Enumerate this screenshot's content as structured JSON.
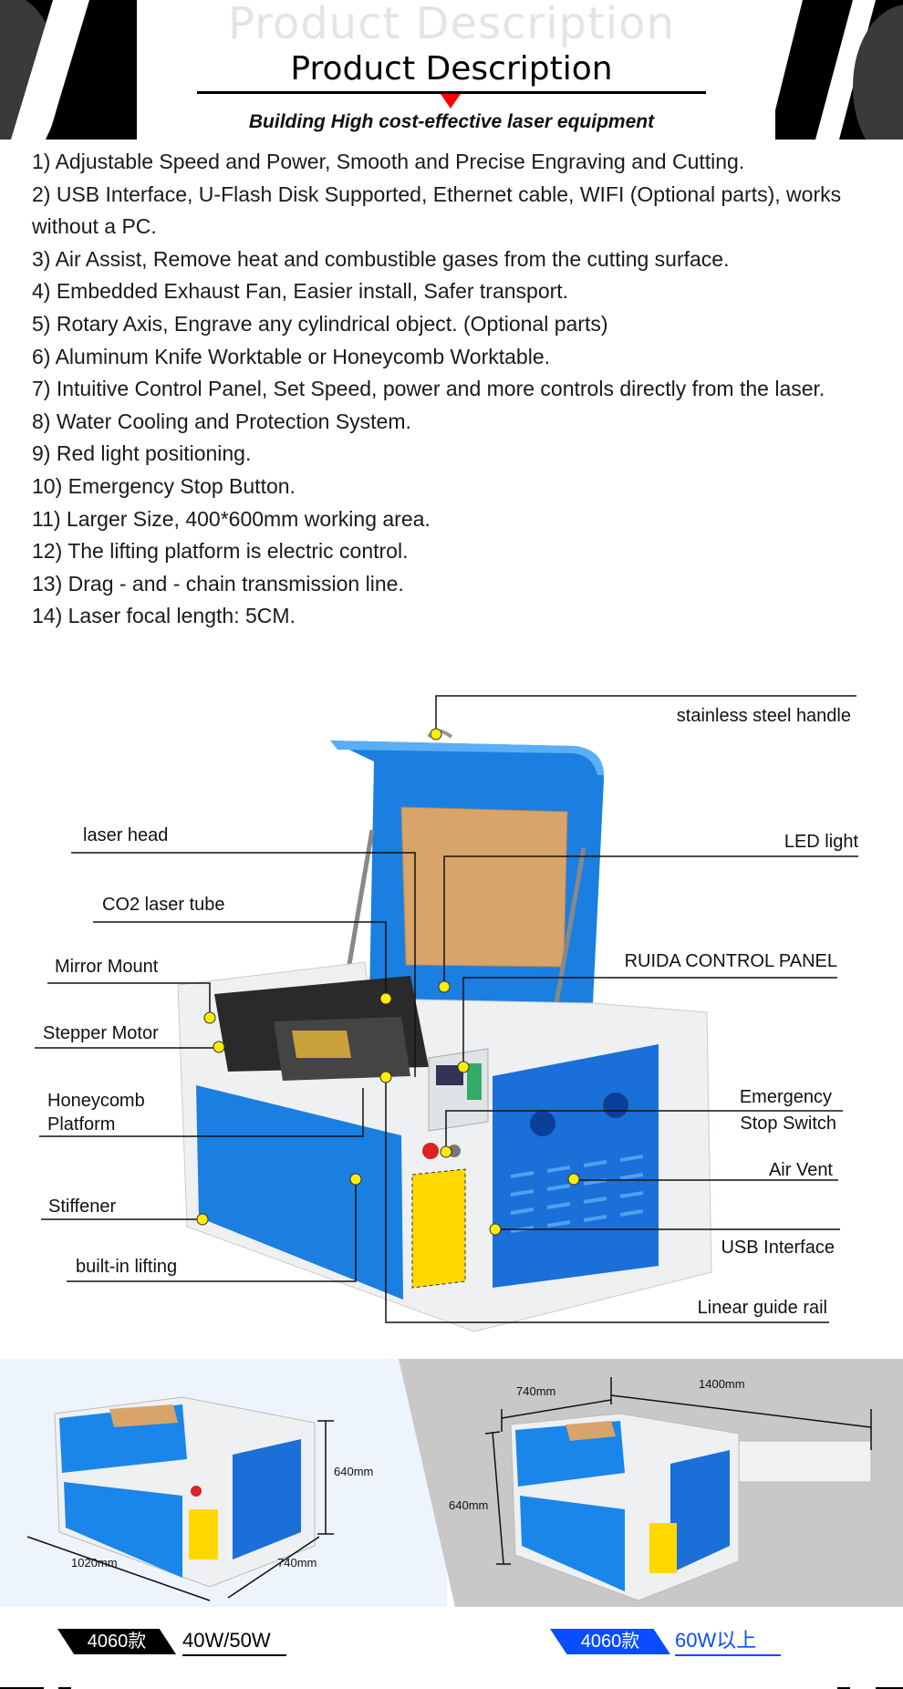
{
  "header": {
    "ghost_text": "Product Description",
    "title": "Product Description",
    "subtitle": "Building High cost-effective laser equipment"
  },
  "features": [
    "1) Adjustable Speed and Power, Smooth and Precise Engraving and Cutting.",
    "2) USB Interface, U-Flash Disk Supported, Ethernet cable, WIFI (Optional parts), works without a PC.",
    "3) Air Assist, Remove heat and combustible gases from the cutting surface.",
    "4) Embedded Exhaust Fan, Easier install, Safer transport.",
    "5) Rotary Axis, Engrave any cylindrical object. (Optional parts)",
    "6) Aluminum Knife Worktable or Honeycomb Worktable.",
    "7) Intuitive Control Panel, Set Speed, power and more controls directly from the laser.",
    "8) Water Cooling and Protection System.",
    "9) Red light positioning.",
    "10) Emergency Stop Button.",
    "11) Larger Size, 400*600mm working area.",
    "12) The lifting platform is electric control.",
    "13) Drag - and - chain transmission line.",
    "14) Laser focal length: 5CM."
  ],
  "diagram": {
    "labels": {
      "handle": "stainless steel handle",
      "laser_head": "laser head",
      "led_light": "LED light",
      "co2_tube": "CO2 laser tube",
      "control_panel": "RUIDA CONTROL PANEL",
      "mirror_mount": "Mirror Mount",
      "stepper_motor": "Stepper Motor",
      "honeycomb_1": "Honeycomb",
      "honeycomb_2": "Platform",
      "emergency_1": "Emergency",
      "emergency_2": "Stop Switch",
      "air_vent": "Air Vent",
      "stiffener": "Stiffener",
      "usb": "USB Interface",
      "lifting": "built-in lifting",
      "guide_rail": "Linear guide rail"
    },
    "colors": {
      "machine_blue": "#1a7fe0",
      "callout_dot": "#ffee00"
    }
  },
  "dimensions": {
    "left": {
      "height": "640mm",
      "width": "1020mm",
      "depth": "740mm"
    },
    "right": {
      "depth": "740mm",
      "extended_width": "1400mm",
      "height": "640mm"
    }
  },
  "models": [
    {
      "tag": "4060款",
      "spec": "40W/50W",
      "color": "#000000"
    },
    {
      "tag": "4060款",
      "spec": "60W以上",
      "color": "#0a4dff"
    }
  ]
}
